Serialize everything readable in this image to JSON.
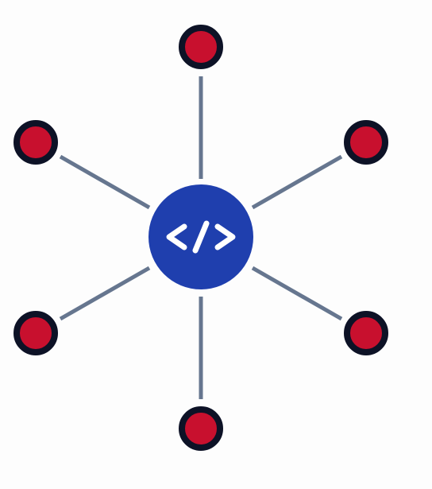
{
  "diagram": {
    "center_icon": "code-icon",
    "outer_node_count": 6,
    "colors": {
      "background": "#fdfdfd",
      "hub_fill": "#1f3fae",
      "icon_stroke": "#ffffff",
      "spoke": "#66768f",
      "node_fill": "#c8102e",
      "node_stroke": "#0d1226"
    },
    "nodes": [
      {
        "id": "top"
      },
      {
        "id": "upper-right"
      },
      {
        "id": "lower-right"
      },
      {
        "id": "bottom"
      },
      {
        "id": "lower-left"
      },
      {
        "id": "upper-left"
      }
    ]
  }
}
